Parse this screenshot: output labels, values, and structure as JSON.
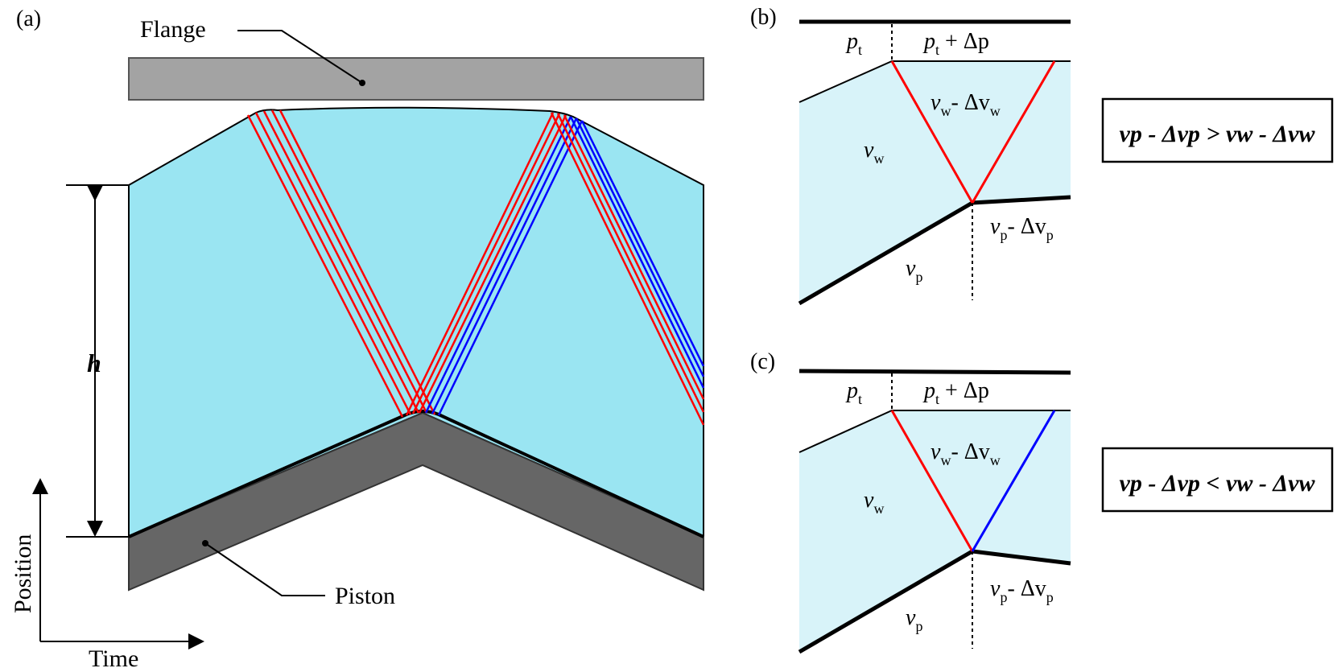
{
  "panel_a": {
    "tag": "(a)",
    "flange_label": "Flange",
    "piston_label": "Piston",
    "height_label": "h",
    "axis_y_label": "Position",
    "axis_x_label": "Time"
  },
  "panel_b": {
    "tag": "(b)",
    "p_t": "p",
    "p_t_sub": "t",
    "p_t_dp": "p",
    "p_t_dp_sub": "t",
    "p_t_dp_tail": " + Δp",
    "vw_dvw": "v",
    "vw_dvw_sub": "w",
    "vw_dvw_tail": "- Δv",
    "vw_dvw_sub2": "w",
    "vw": "v",
    "vw_sub": "w",
    "vp_dvp": "v",
    "vp_dvp_sub": "p",
    "vp_dvp_tail": "- Δv",
    "vp_dvp_sub2": "p",
    "vp": "v",
    "vp_sub": "p",
    "condition": "vp - Δvp > vw - Δvw"
  },
  "panel_c": {
    "tag": "(c)",
    "condition": "vp - Δvp < vw - Δvw"
  },
  "colors": {
    "fluid": "#9ae5f2",
    "fluid_light": "#d8f3f9",
    "flange": "#a3a3a3",
    "piston": "#666666",
    "red_wave": "#ff0000",
    "blue_wave": "#0000ff"
  }
}
